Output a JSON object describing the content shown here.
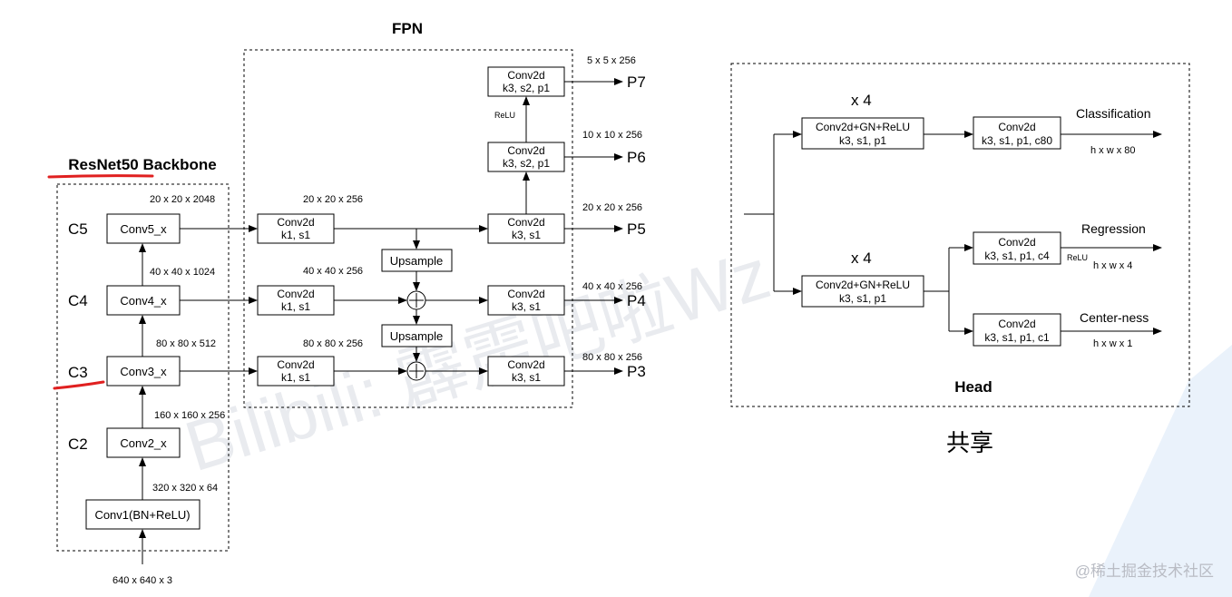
{
  "titles": {
    "fpn": "FPN",
    "backbone": "ResNet50 Backbone",
    "head": "Head",
    "shared": "共享"
  },
  "backbone": {
    "stages": {
      "c5": "C5",
      "c4": "C4",
      "c3": "C3",
      "c2": "C2"
    },
    "blocks": {
      "conv5": "Conv5_x",
      "conv4": "Conv4_x",
      "conv3": "Conv3_x",
      "conv2": "Conv2_x",
      "conv1": "Conv1(BN+ReLU)"
    },
    "dims": {
      "c5": "20 x 20 x 2048",
      "c4": "40 x 40 x 1024",
      "c3": "80 x 80 x 512",
      "c2": "160 x 160 x 256",
      "conv1": "320 x 320 x 64",
      "input": "640 x 640 x 3"
    }
  },
  "fpn": {
    "lateral": {
      "line1": "Conv2d",
      "line2": "k1, s1"
    },
    "lateral_dims": {
      "p5": "20 x 20 x 256",
      "p4": "40 x 40 x 256",
      "p3": "80 x 80 x 256"
    },
    "upsample": "Upsample",
    "smooth": {
      "line1": "Conv2d",
      "line2": "k3, s1"
    },
    "down": {
      "line1": "Conv2d",
      "line2": "k3, s2, p1"
    },
    "relu": "ReLU",
    "outputs": {
      "p7": "P7",
      "p6": "P6",
      "p5": "P5",
      "p4": "P4",
      "p3": "P3"
    },
    "output_dims": {
      "p7": "5 x 5 x 256",
      "p6": "10 x 10 x 256",
      "p5": "20 x 20 x 256",
      "p4": "40 x 40 x 256",
      "p3": "80 x 80 x 256"
    }
  },
  "head": {
    "repeat": "x 4",
    "tower": {
      "line1": "Conv2d+GN+ReLU",
      "line2": "k3, s1, p1"
    },
    "cls": {
      "line1": "Conv2d",
      "line2": "k3, s1, p1, c80",
      "label": "Classification",
      "dims": "h x w x 80"
    },
    "reg": {
      "line1": "Conv2d",
      "line2": "k3, s1, p1, c4",
      "label": "Regression",
      "relu": "ReLU",
      "dims": "h x w x 4"
    },
    "ctr": {
      "line1": "Conv2d",
      "line2": "k3, s1, p1, c1",
      "label": "Center-ness",
      "dims": "h x w x 1"
    }
  },
  "watermark": "Bilibili: 霹雳吧啦Wz",
  "footer": "@稀土掘金技术社区"
}
